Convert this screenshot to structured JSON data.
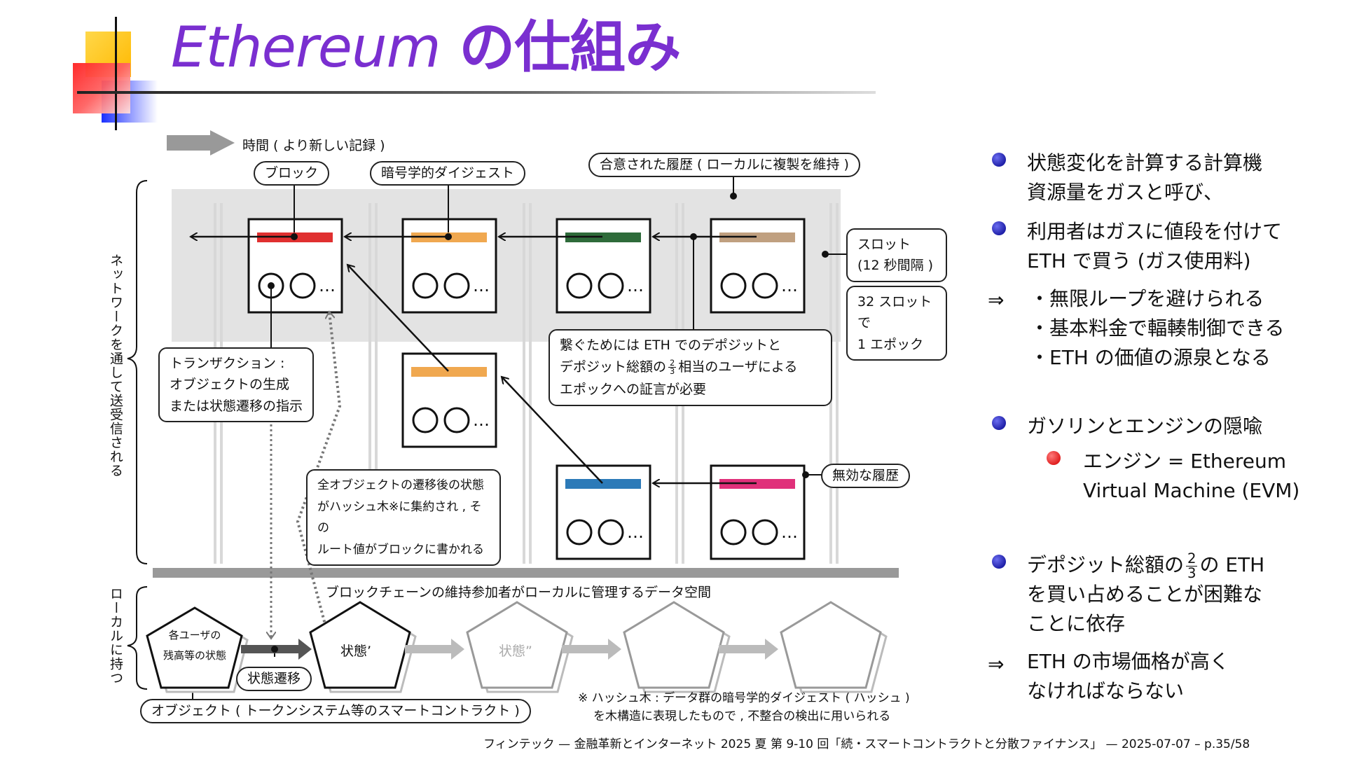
{
  "title": {
    "en": "Ethereum",
    "ja": " の仕組み"
  },
  "time_label": "時間 ( より新しい記録 )",
  "callouts": {
    "block": "ブロック",
    "digest": "暗号学的ダイジェスト",
    "agreed_history": "合意された履歴 ( ローカルに複製を維持 )",
    "slot": [
      "スロット",
      "(12 秒間隔 )"
    ],
    "epoch": [
      "32 スロットで",
      "1 エポック"
    ],
    "deposit_note": {
      "line1": "繋ぐためには ETH でのデポジットと",
      "line2_pre": "デポジット総額の",
      "frac_num": "2",
      "frac_den": "3",
      "line2_post": "相当のユーザによる",
      "line3": "エポックへの証言が必要"
    },
    "transaction": [
      "トランザクション :",
      "オブジェクトの生成",
      "または状態遷移の指示"
    ],
    "state_root": [
      "全オブジェクトの遷移後の状態",
      "がハッシュ木※に集約され , その",
      "ルート値がブロックに書かれる"
    ],
    "invalid_history": "無効な履歴",
    "state_transition": "状態遷移",
    "object": "オブジェクト ( トークンシステム等のスマートコントラクト )"
  },
  "left_vertical_network": "ネットワークを通して送受信される",
  "left_vertical_local": "ローカルに持つ",
  "local_space_label": "ブロックチェーンの維持参加者がローカルに管理するデータ空間",
  "pentagons": [
    "各ユーザの",
    "残高等の状態",
    "状態’",
    "状態”"
  ],
  "footnote": [
    "※ ハッシュ木 : データ群の暗号学的ダイジェスト ( ハッシュ )",
    "を木構造に表現したもので , 不整合の検出に用いられる"
  ],
  "block_colors": {
    "red": "#e03030",
    "orange": "#f0a850",
    "green": "#2e6b3a",
    "tan": "#c0a080",
    "blue": "#2c7ab8",
    "pink": "#e0307a"
  },
  "ellipsis": "…",
  "bullets": [
    {
      "lines": [
        "状態変化を計算する計算機",
        "資源量をガスと呼び、"
      ]
    },
    {
      "lines": [
        "利用者はガスに値段を付けて",
        "ETH で買う (ガス使用料)"
      ]
    }
  ],
  "implies": "⇒",
  "implications1": [
    "・無限ループを避けられる",
    "・基本料金で輻輳制御できる",
    "・ETH の価値の源泉となる"
  ],
  "bullet3": "ガソリンとエンジンの隠喩",
  "sub_bullet": [
    "エンジン = Ethereum",
    "Virtual Machine (EVM)"
  ],
  "bullet4": {
    "pre": "デポジット総額の",
    "frac_num": "2",
    "frac_den": "3",
    "post": "の ETH",
    "lines": [
      "を買い占めることが困難な",
      "ことに依存"
    ]
  },
  "implication2": [
    "ETH の市場価格が高く",
    "なければならない"
  ],
  "footer": "フィンテック — 金融革新とインターネット 2025 夏 第 9-10 回「続・スマートコントラクトと分散ファイナンス」 — 2025-07-07 – p.35/58"
}
